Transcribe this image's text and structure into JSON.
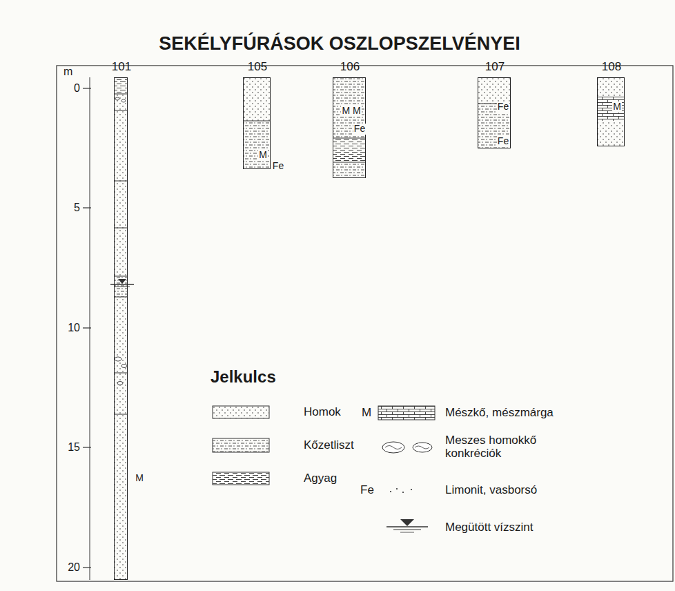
{
  "diagram": {
    "title": "SEKÉLYFÚRÁSOK OSZLOPSZELVÉNYEI",
    "nodes": [
      {
        "text": [
          "101",
          "M"
        ]
      },
      {
        "text": [
          "105",
          "M",
          "Fe"
        ]
      },
      {
        "text": [
          "106",
          "M M",
          "Fe"
        ]
      },
      {
        "text": [
          "107",
          "Fe",
          "Fe"
        ]
      },
      {
        "text": [
          "108",
          "M"
        ]
      }
    ],
    "labels": [
      "m",
      "0",
      "5",
      "10",
      "15",
      "20",
      "Jelkulcs",
      "M",
      "Fe"
    ],
    "legend": [
      {
        "text": "Homok"
      },
      {
        "text": "Kőzetliszt"
      },
      {
        "text": "Agyag"
      },
      {
        "text": "Mészkő, mészmárga"
      },
      {
        "text": "Meszes homokkő konkréciók"
      },
      {
        "text": "Limonit, vasborsó"
      },
      {
        "text": "Megütött vízszint"
      }
    ]
  }
}
